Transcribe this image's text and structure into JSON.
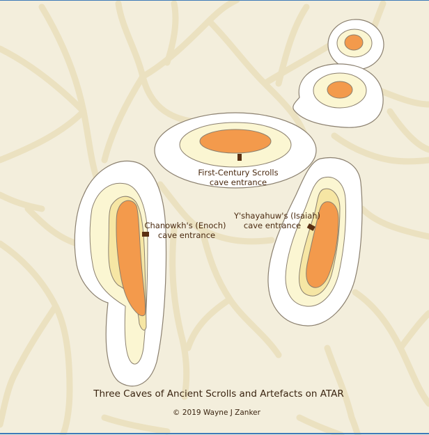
{
  "map": {
    "title": "Three Caves of Ancient Scrolls and Artefacts on ATAR",
    "copyright": "© 2019 Wayne J Zanker",
    "colors": {
      "ground": "#f3eedc",
      "ridge": "#ebe1c0",
      "rim": "#ffffff",
      "outline": "#8a7f6e",
      "ring_pale": "#fbf6d2",
      "ring_yellow": "#f6e6a4",
      "core_orange": "#f39a4c",
      "entrance": "#5a2f12",
      "border": "#3c7ab8"
    },
    "caves": {
      "first_century": {
        "line1": "First-Century Scrolls",
        "line2": "cave entrance"
      },
      "chanowkh": {
        "line1": "Chanowkh's (Enoch)",
        "line2": "cave entrance"
      },
      "yshayahuw": {
        "line1": "Y'shayahuw's (Isaiah)",
        "line2": "cave entrance"
      }
    }
  }
}
